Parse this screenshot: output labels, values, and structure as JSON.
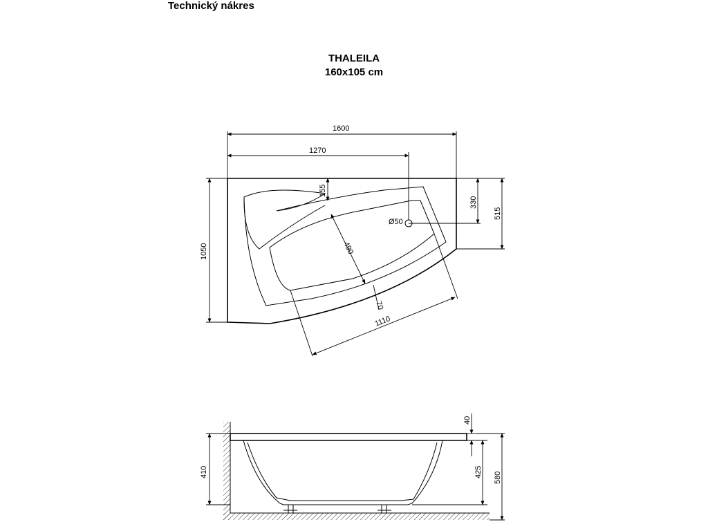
{
  "header": {
    "title": "Technický nákres"
  },
  "product": {
    "name": "THALEILA",
    "size": "160x105 cm"
  },
  "top_view": {
    "dim_width": "1600",
    "dim_drain_x": "1270",
    "dim_height": "1050",
    "dim_rim": "155",
    "dim_drain_y": "330",
    "dim_side": "515",
    "dim_drain_dia": "Ø50",
    "dim_inner_width": "490",
    "dim_ledge": "70",
    "dim_inner_length": "1110"
  },
  "side_view": {
    "dim_rim_thickness": "40",
    "dim_left_height": "410",
    "dim_inner_depth": "425",
    "dim_total_height": "580"
  }
}
